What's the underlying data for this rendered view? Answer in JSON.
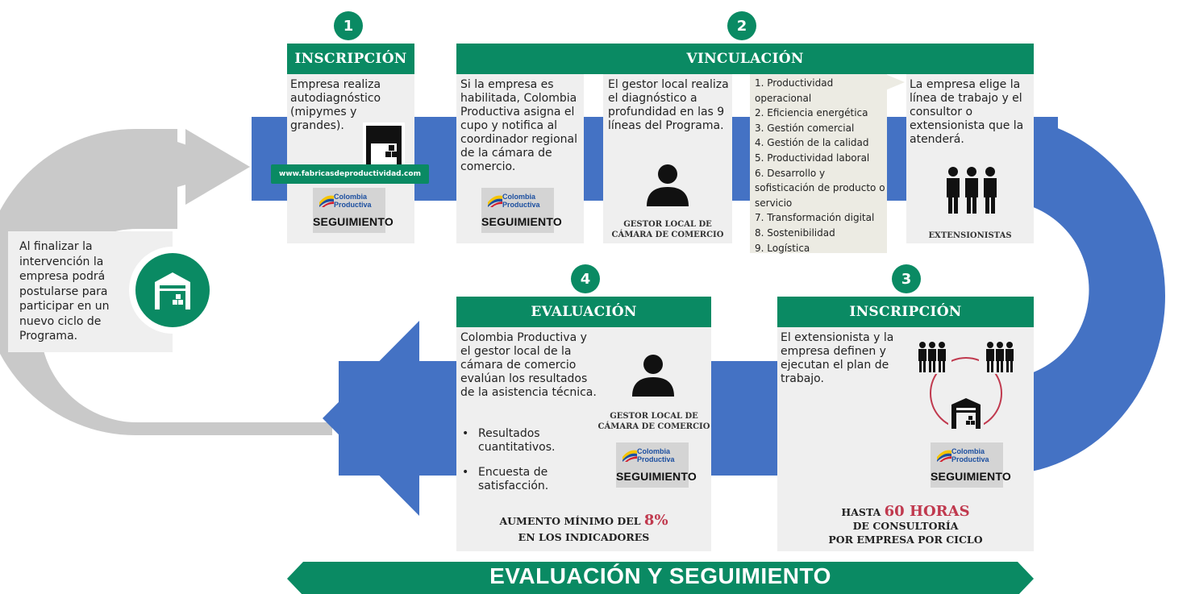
{
  "steps": [
    {
      "number": "1",
      "title": "INSCRIPCIÓN",
      "text": "Empresa realiza autodiagnóstico (mipymes y grandes).",
      "website": "www.fabricasdeproductividad.com"
    },
    {
      "number": "2",
      "title": "VINCULACIÓN",
      "col1": "Si la empresa es habilitada, Colombia Productiva asigna el cupo y notifica al coordinador regional de la cámara de comercio.",
      "col2": "El gestor local realiza el diagnóstico a profundidad en las 9 líneas del Programa.",
      "col2_caption": "GESTOR  LOCAL DE\nCÁMARA DE COMERCIO",
      "lines": [
        "Productividad operacional",
        "Eficiencia energética",
        "Gestión comercial",
        "Gestión de la calidad",
        "Productividad laboral",
        "Desarrollo y sofisticación de producto o servicio",
        "Transformación digital",
        "Sostenibilidad",
        "Logística"
      ],
      "col4": "La empresa elige la línea de trabajo y el consultor o extensionista que la atenderá.",
      "col4_caption": "EXTENSIONISTAS"
    },
    {
      "number": "3",
      "title": "INSCRIPCIÓN",
      "text": "El extensionista y la empresa definen y ejecutan el plan de trabajo.",
      "hasta": "HASTA",
      "hours": "60 HORAS",
      "rest1": "DE CONSULTORÍA",
      "rest2": "POR EMPRESA POR CICLO"
    },
    {
      "number": "4",
      "title": "EVALUACIÓN",
      "text": "Colombia Productiva y el gestor local de la cámara de comercio evalúan los resultados de la asistencia técnica.",
      "bullets": [
        "Resultados cuantitativos.",
        "Encuesta de satisfacción."
      ],
      "caption": "GESTOR  LOCAL DE\nCÁMARA DE COMERCIO",
      "increase_prefix": "AUMENTO MÍNIMO DEL",
      "increase_value": "8%",
      "increase_suffix": "EN LOS INDICADORES"
    }
  ],
  "logo": {
    "brand_line1": "Colombia",
    "brand_line2": "Productiva",
    "label": "SEGUIMIENTO"
  },
  "final_note": "Al finalizar la intervención la empresa podrá postularse para participar en un nuevo ciclo de Programa.",
  "banner": "EVALUACIÓN Y SEGUIMIENTO",
  "colors": {
    "green": "#0a8a63",
    "blue": "#4472c4",
    "gray": "#c9c9c9",
    "red": "#c0394e"
  },
  "icons": [
    "warehouse-icon",
    "person-icon",
    "group-icon",
    "cycle-icon"
  ]
}
